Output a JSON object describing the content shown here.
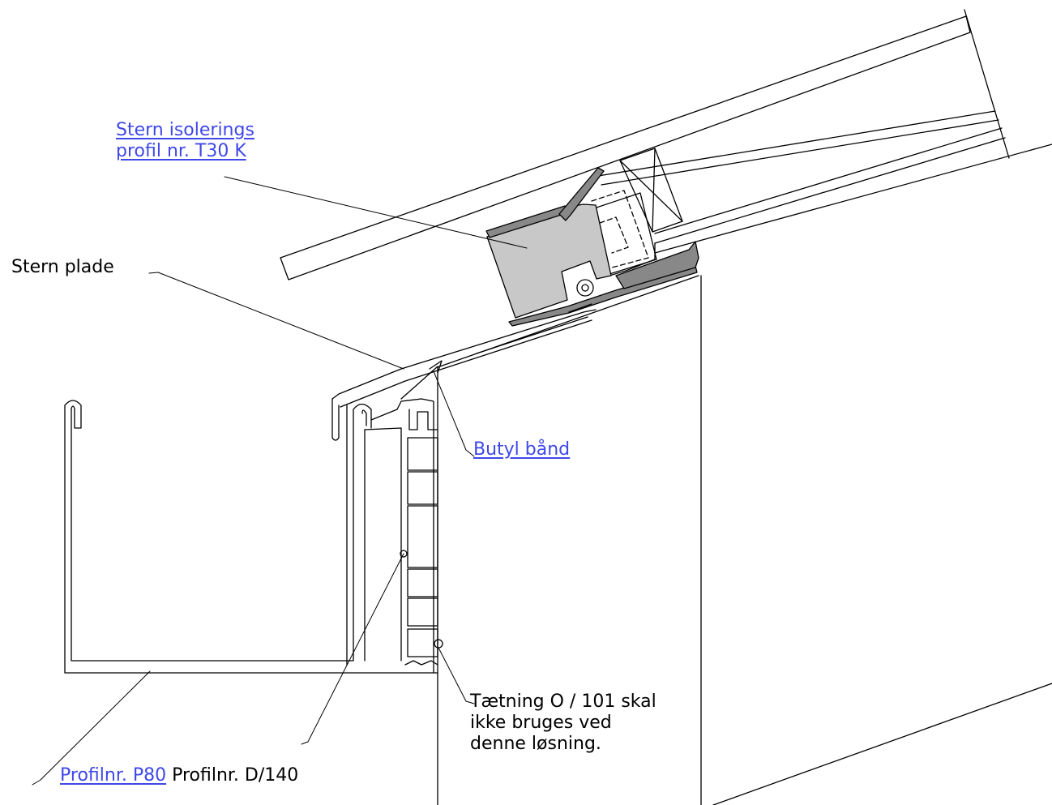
{
  "labels": {
    "stern_isolering": [
      "Stern isolerings",
      "profil nr. T30 K"
    ],
    "stern_plade": "Stern plade",
    "butyl": "Butyl bånd",
    "taetning": [
      "Tætning O / 101 skal",
      "ikke bruges ved",
      "denne løsning."
    ],
    "profil_p80": "Profilnr. P80",
    "profil_d140": "Profilnr. D/140"
  },
  "colors": {
    "line": "#000000",
    "link": "#3f48e8",
    "insulation_fill": "#c8c8c8",
    "dark_fill": "#888888",
    "background": "#ffffff"
  }
}
